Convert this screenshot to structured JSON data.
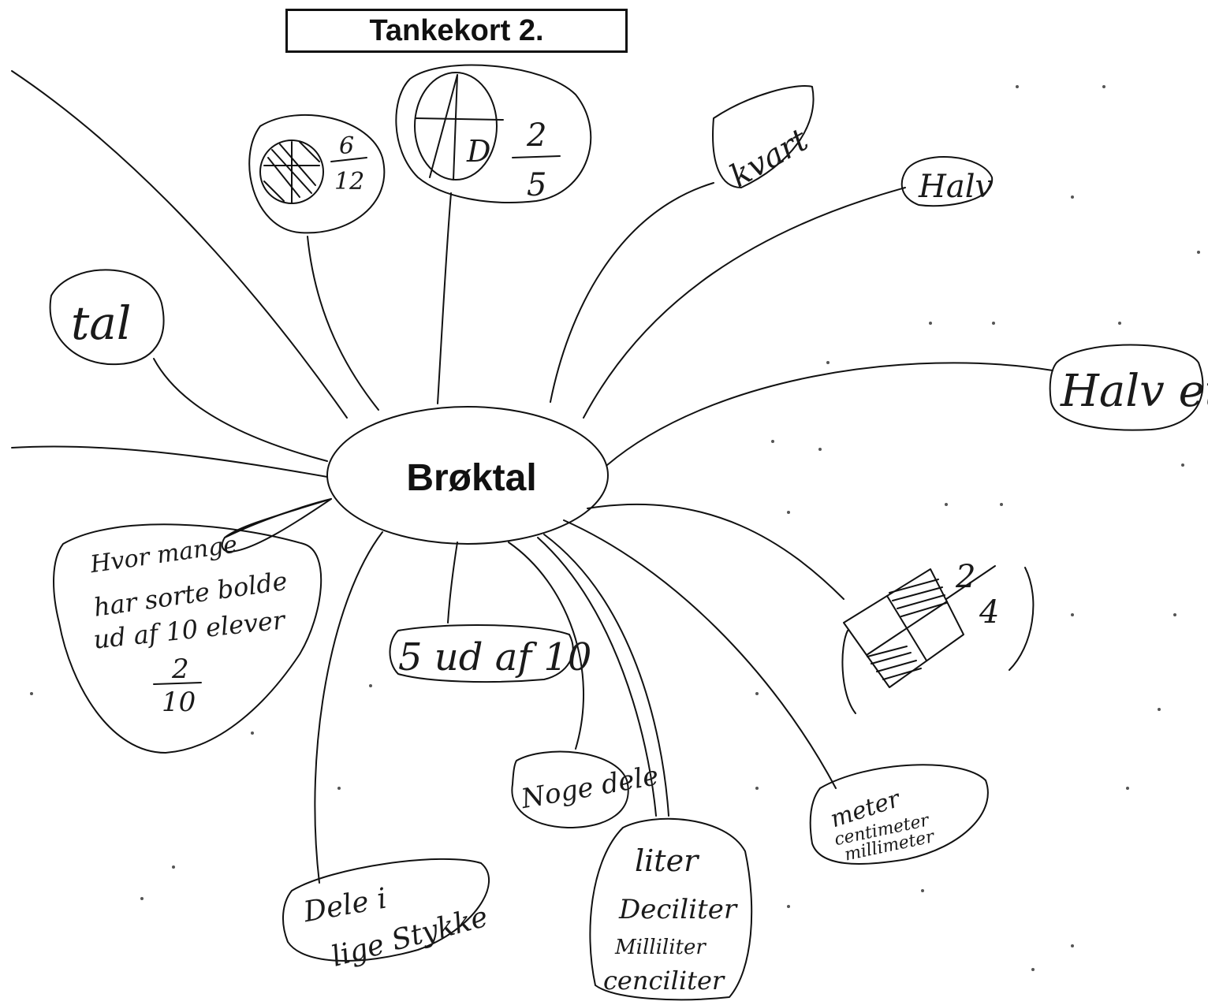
{
  "title": "Tankekort 2.",
  "center": "Brøktal",
  "nodes": {
    "tal": "tal",
    "circle_fraction_numerator": "6",
    "circle_fraction_denominator": "12",
    "pie_fraction_numerator": "2",
    "pie_fraction_denominator": "5",
    "kvart": "kvart",
    "halv": "Halv",
    "halv_et": "Halv et",
    "hvor_mange_line1": "Hvor mange",
    "hvor_mange_line2": "har sorte bolde",
    "hvor_mange_line3": "ud af 10 elever",
    "hvor_mange_numerator": "2",
    "hvor_mange_denominator": "10",
    "fem_ud_af_ti": "5 ud af 10",
    "nogle_dele": "Noge dele",
    "dele_line1": "Dele i",
    "dele_line2": "lige Stykke",
    "liter_line1": "liter",
    "liter_line2": "Deciliter",
    "liter_line3": "Milliliter",
    "liter_line4": "cenciliter",
    "meter_line1": "meter",
    "meter_line2": "centimeter",
    "meter_line3": "millimeter",
    "square_fraction_numerator": "2",
    "square_fraction_denominator": "4"
  },
  "colors": {
    "ink": "#111111",
    "background": "#ffffff"
  }
}
